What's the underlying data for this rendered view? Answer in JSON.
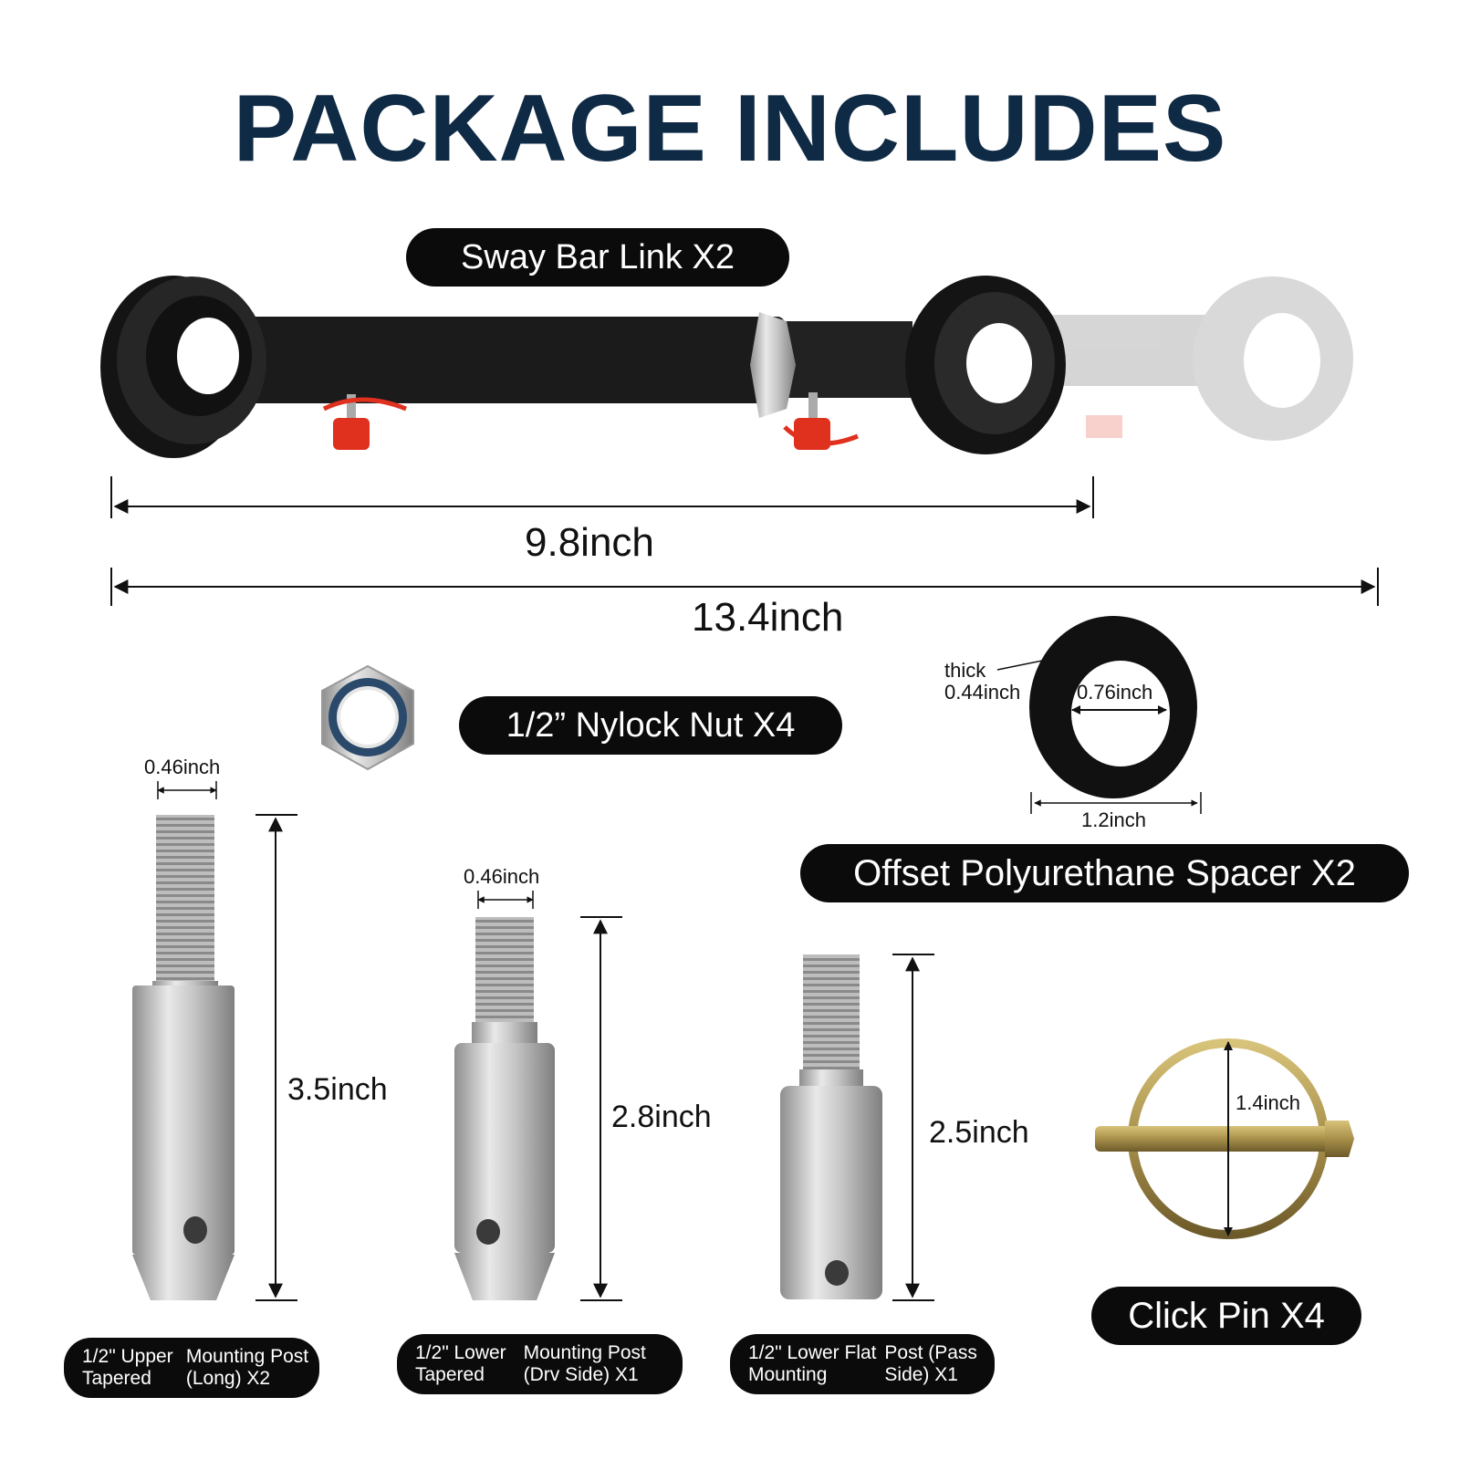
{
  "title": "PACKAGE INCLUDES",
  "items": {
    "sway_bar_link": "Sway Bar Link X2",
    "nylock_nut": "1/2” Nylock Nut X4",
    "spacer": "Offset Polyurethane Spacer X2",
    "click_pin": "Click Pin X4",
    "upper_post": {
      "line1": "1/2\" Upper Tapered",
      "line2": "Mounting Post (Long) X2"
    },
    "lower_tapered_post": {
      "line1": "1/2\" Lower Tapered",
      "line2": "Mounting Post (Drv Side) X1"
    },
    "lower_flat_post": {
      "line1": "1/2\" Lower Flat Mounting",
      "line2": "Post (Pass Side) X1"
    }
  },
  "dimensions": {
    "link_short": "9.8inch",
    "link_long": "13.4inch",
    "spacer_thick_label": "thick",
    "spacer_thick": "0.44inch",
    "spacer_inner": "0.76inch",
    "spacer_outer": "1.2inch",
    "upper_thread": "0.46inch",
    "upper_length": "3.5inch",
    "lower_thread": "0.46inch",
    "lower_tapered_length": "2.8inch",
    "lower_flat_length": "2.5inch",
    "pin_ring": "1.4inch"
  },
  "colors": {
    "title": "#0f2a44",
    "pill": "#0b0b0b",
    "pin_red": "#e0301e",
    "steel": "#c9c9c9"
  }
}
